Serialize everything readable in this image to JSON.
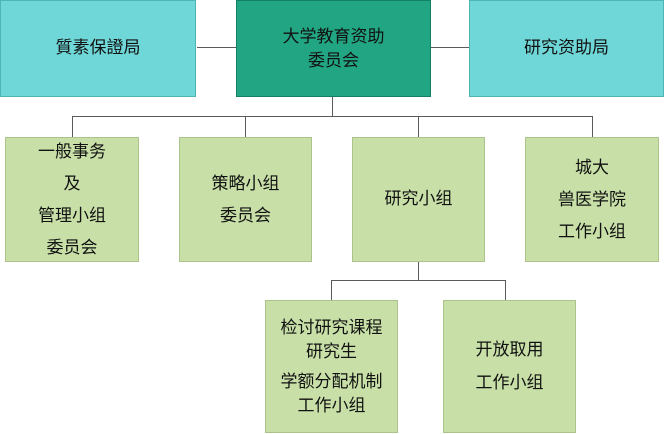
{
  "top_left": {
    "label": "質素保證局"
  },
  "center": {
    "lines": [
      "大学教育资助",
      "委员会"
    ]
  },
  "top_right": {
    "label": "研究资助局"
  },
  "children": [
    {
      "lines": [
        "一般事务",
        "及",
        "管理小组",
        "委员会"
      ]
    },
    {
      "lines": [
        "策略小组",
        "委员会"
      ]
    },
    {
      "lines": [
        "研究小组"
      ]
    },
    {
      "lines": [
        "城大",
        "兽医学院",
        "工作小组"
      ]
    }
  ],
  "research_children": [
    {
      "lines": [
        "检讨研究课程",
        "研究生",
        "学额分配机制",
        "工作小组"
      ]
    },
    {
      "lines": [
        "开放取用",
        "工作小组"
      ]
    }
  ],
  "colors": {
    "cyan": "#6fd7d7",
    "teal": "#22a582",
    "green": "#c8e0a8",
    "connector": "#5a5a5a"
  }
}
